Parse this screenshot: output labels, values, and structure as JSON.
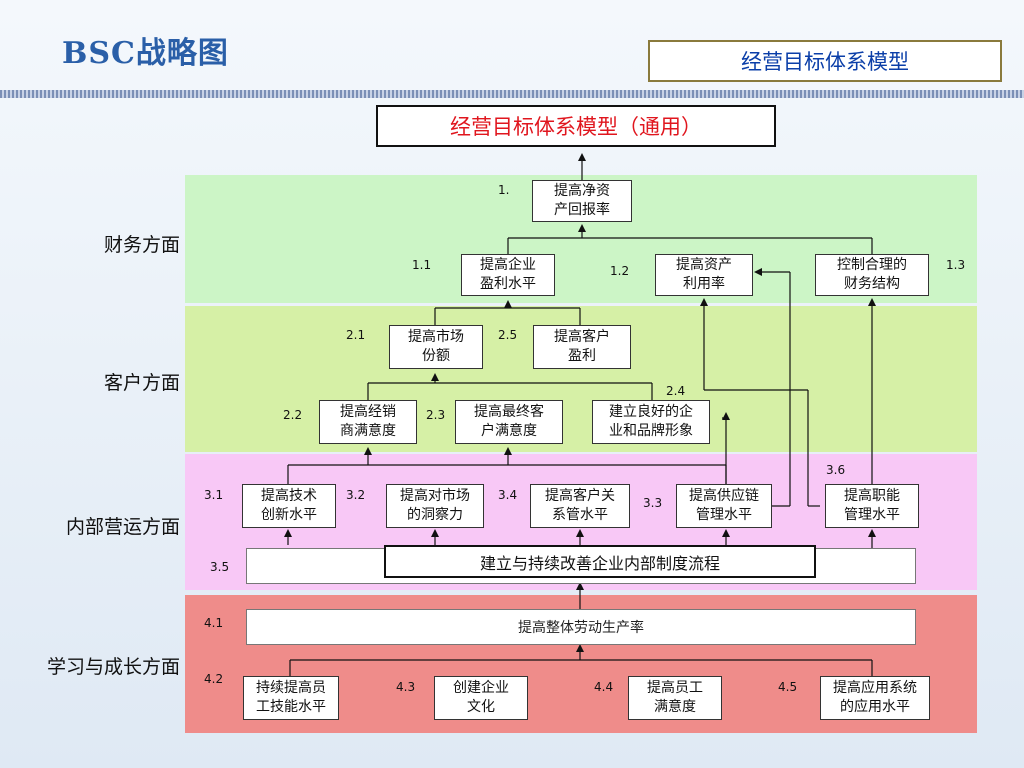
{
  "header": {
    "title": "BSC战略图",
    "subtitle": "经营目标体系模型"
  },
  "diagram": {
    "main_title": "经营目标体系模型（通用）",
    "sections": {
      "financial": "财务方面",
      "customer": "客户方面",
      "internal": "内部营运方面",
      "learning": "学习与成长方面"
    },
    "nodes": {
      "n1": {
        "num": "1.",
        "label": "提高净资\n产回报率"
      },
      "n11": {
        "num": "1.1",
        "label": "提高企业\n盈利水平"
      },
      "n12": {
        "num": "1.2",
        "label": "提高资产\n利用率"
      },
      "n13": {
        "num": "1.3",
        "label": "控制合理的\n财务结构"
      },
      "n21": {
        "num": "2.1",
        "label": "提高市场\n份额"
      },
      "n25": {
        "num": "2.5",
        "label": "提高客户\n盈利"
      },
      "n22": {
        "num": "2.2",
        "label": "提高经销\n商满意度"
      },
      "n23": {
        "num": "2.3",
        "label": "提高最终客\n户满意度"
      },
      "n24": {
        "num": "2.4",
        "label": "建立良好的企\n业和品牌形象"
      },
      "n31": {
        "num": "3.1",
        "label": "提高技术\n创新水平"
      },
      "n32": {
        "num": "3.2",
        "label": "提高对市场\n的洞察力"
      },
      "n34": {
        "num": "3.4",
        "label": "提高客户关\n系管水平"
      },
      "n33": {
        "num": "3.3",
        "label": "提高供应链\n管理水平"
      },
      "n36": {
        "num": "3.6",
        "label": "提高职能\n管理水平"
      },
      "n35": {
        "num": "3.5",
        "label": "建立与持续改善企业内部制度流程"
      },
      "n41": {
        "num": "4.1",
        "label": "提高整体劳动生产率"
      },
      "n42": {
        "num": "4.2",
        "label": "持续提高员\n工技能水平"
      },
      "n43": {
        "num": "4.3",
        "label": "创建企业\n文化"
      },
      "n44": {
        "num": "4.4",
        "label": "提高员工\n满意度"
      },
      "n45": {
        "num": "4.5",
        "label": "提高应用系统\n的应用水平"
      }
    }
  }
}
